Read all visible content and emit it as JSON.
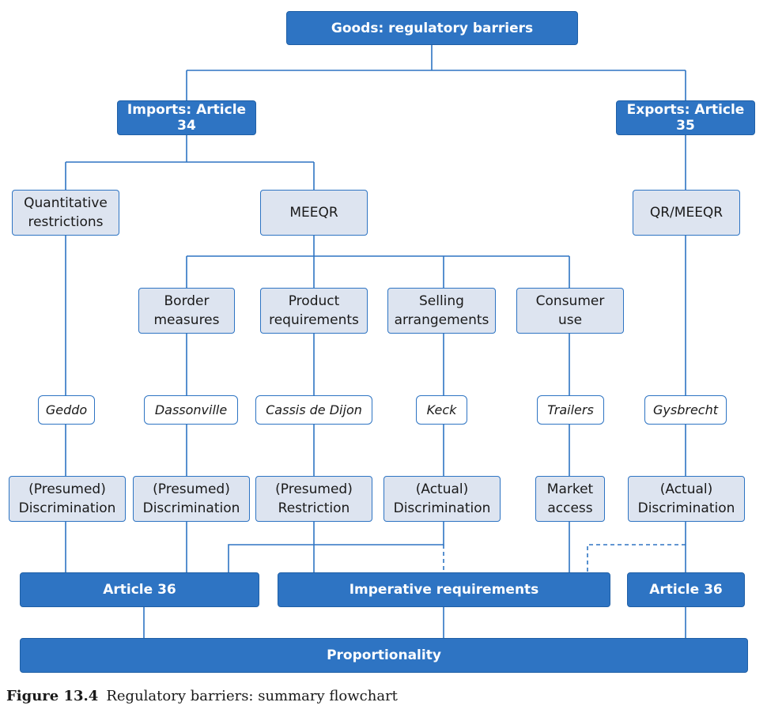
{
  "nodes": {
    "goods": "Goods: regulatory barriers",
    "imports": "Imports: Article 34",
    "exports": "Exports: Article 35",
    "quantitative": "Quantitative\nrestrictions",
    "meeqr": "MEEQR",
    "qr_meeqr": "QR/MEEQR",
    "border": "Border\nmeasures",
    "product": "Product\nrequirements",
    "selling": "Selling\narrangements",
    "consumer": "Consumer\nuse",
    "geddo": "Geddo",
    "dassonville": "Dassonville",
    "cassis": "Cassis de Dijon",
    "keck": "Keck",
    "trailers": "Trailers",
    "gysbrecht": "Gysbrecht",
    "disc1": "(Presumed)\nDiscrimination",
    "disc2": "(Presumed)\nDiscrimination",
    "restriction": "(Presumed)\nRestriction",
    "actual_disc1": "(Actual)\nDiscrimination",
    "market": "Market\naccess",
    "actual_disc2": "(Actual)\nDiscrimination",
    "article36_left": "Article 36",
    "imperative": "Imperative requirements",
    "article36_right": "Article 36",
    "proportionality": "Proportionality"
  },
  "caption": {
    "number": "Figure 13.4",
    "text": "Regulatory barriers: summary flowchart"
  },
  "colors": {
    "primary": "#2e74c3",
    "light_fill": "#dde4f0"
  }
}
